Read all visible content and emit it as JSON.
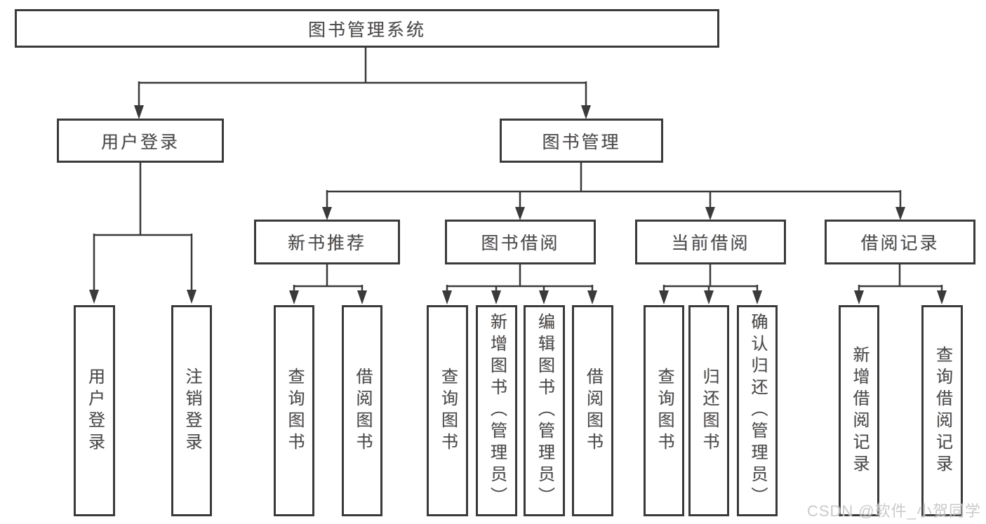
{
  "diagram": {
    "root": "图书管理系统",
    "level2": [
      "用户登录",
      "图书管理"
    ],
    "level3": [
      "新书推荐",
      "图书借阅",
      "当前借阅",
      "借阅记录"
    ],
    "leaves_user_login": [
      "用户登录",
      "注销登录"
    ],
    "leaves_new_books": [
      "查询图书",
      "借阅图书"
    ],
    "leaves_book_borrow": [
      "查询图书",
      "新增图书（管理员）",
      "编辑图书（管理员）",
      "借阅图书"
    ],
    "leaves_current_borrow": [
      "查询图书",
      "归还图书",
      "确认归还（管理员）"
    ],
    "leaves_borrow_records": [
      "新增借阅记录",
      "查询借阅记录"
    ],
    "watermark": "CSDN @软件_小贺同学",
    "colors": {
      "line": "#3a3a3a",
      "text": "#4a4a4a",
      "watermark": "#c5c5c5",
      "background": "#ffffff"
    }
  }
}
